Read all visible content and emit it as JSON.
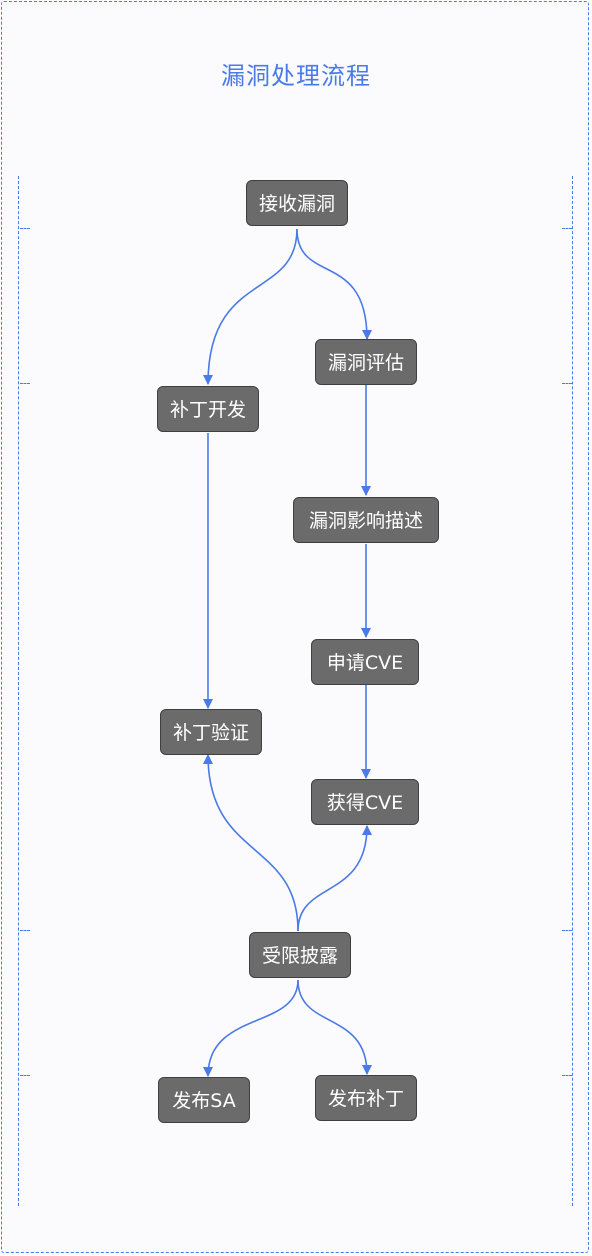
{
  "diagram": {
    "title": "漏洞处理流程",
    "accent_color": "#4a7ae8",
    "node_color": "#6b6b6b",
    "nodes": {
      "receive": "接收漏洞",
      "assess": "漏洞评估",
      "patch_dev": "补丁开发",
      "impact": "漏洞影响描述",
      "apply_cve": "申请CVE",
      "patch_verify": "补丁验证",
      "get_cve": "获得CVE",
      "limited_disclosure": "受限披露",
      "publish_sa": "发布SA",
      "publish_patch": "发布补丁"
    },
    "edges": [
      [
        "receive",
        "patch_dev"
      ],
      [
        "receive",
        "assess"
      ],
      [
        "assess",
        "impact"
      ],
      [
        "impact",
        "apply_cve"
      ],
      [
        "apply_cve",
        "get_cve"
      ],
      [
        "patch_dev",
        "patch_verify"
      ],
      [
        "limited_disclosure",
        "patch_verify"
      ],
      [
        "limited_disclosure",
        "get_cve"
      ],
      [
        "limited_disclosure",
        "publish_sa"
      ],
      [
        "limited_disclosure",
        "publish_patch"
      ]
    ]
  }
}
